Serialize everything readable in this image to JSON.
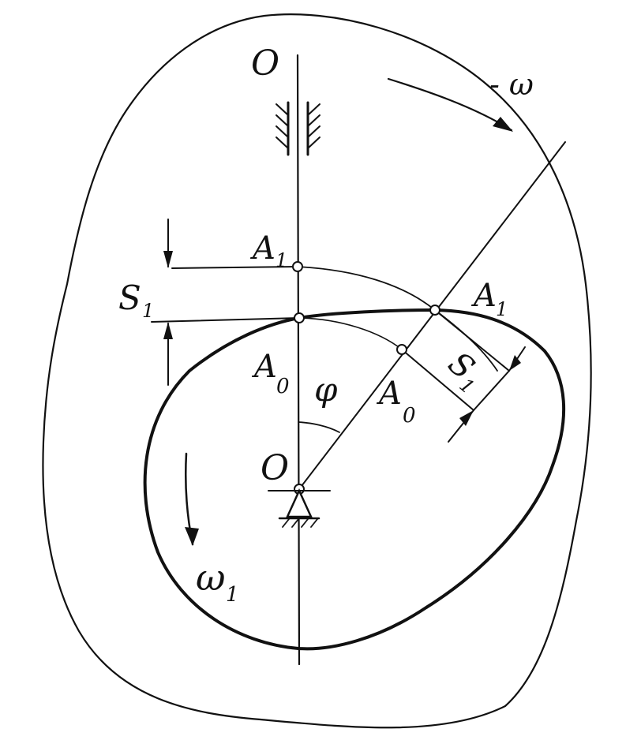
{
  "labels": {
    "o_top": "O",
    "o_center": "O",
    "a1_vertical": "A",
    "a1_vertical_sub": "1",
    "a0_vertical": "A",
    "a0_vertical_sub": "0",
    "a1_rotated": "A",
    "a1_rotated_sub": "1",
    "a0_rotated": "A",
    "a0_rotated_sub": "0",
    "phi": "φ",
    "s1_vertical": "S",
    "s1_vertical_sub": "1",
    "s1_rotated": "S",
    "s1_rotated_sub": "1",
    "omega": "ω",
    "omega_sub": "1",
    "minus_omega": "- ω"
  },
  "colors": {
    "ink": "#111111",
    "background": "#ffffff"
  }
}
